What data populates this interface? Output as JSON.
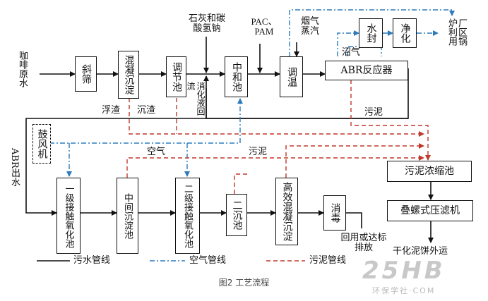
{
  "boxes": {
    "xiesai": "斜筛",
    "hunning": "混凝沉淀",
    "tiaojie": "调节池",
    "zhonghe": "中和池",
    "tiaowen": "调温",
    "abr": "ABR反应器",
    "shuifeng": "水封",
    "jinghua": "净化",
    "gufengji": "鼓风机",
    "yiji": "一级接触氧化池",
    "zhongjian": "中间沉淀池",
    "erji": "二级接触氧化池",
    "erchen": "二沉池",
    "gaoxiao": "高效混凝沉淀",
    "xiaodu": "消毒",
    "nongsuo": "污泥浓缩池",
    "yaluji": "叠螺式压滤机"
  },
  "labels": {
    "feed": "咖啡原水",
    "lime": "石灰和碳酸氢钠",
    "pac": "PAC、PAM",
    "smoke": "烟气蒸汽",
    "factory": "厂区锅炉利用",
    "biogas": "沼气",
    "fuzha": "浮渣",
    "chenzha": "沉渣",
    "xiaohua": "消化液回流",
    "wuni1": "污泥",
    "abr_out": "ABR出水",
    "kongqi": "空气",
    "wuni2": "污泥",
    "outlet": "回用或达标排放",
    "cake": "干化泥饼外运"
  },
  "legend": {
    "sewage": "污水管线",
    "air": "空气管线",
    "sludge": "污泥管线"
  },
  "caption": "图2  工艺流程",
  "watermark": {
    "brand": "25HB",
    "site": "环保学社·COM"
  },
  "colors": {
    "sewage": "#111111",
    "air": "#2b7bbd",
    "sludge": "#c0392b"
  }
}
